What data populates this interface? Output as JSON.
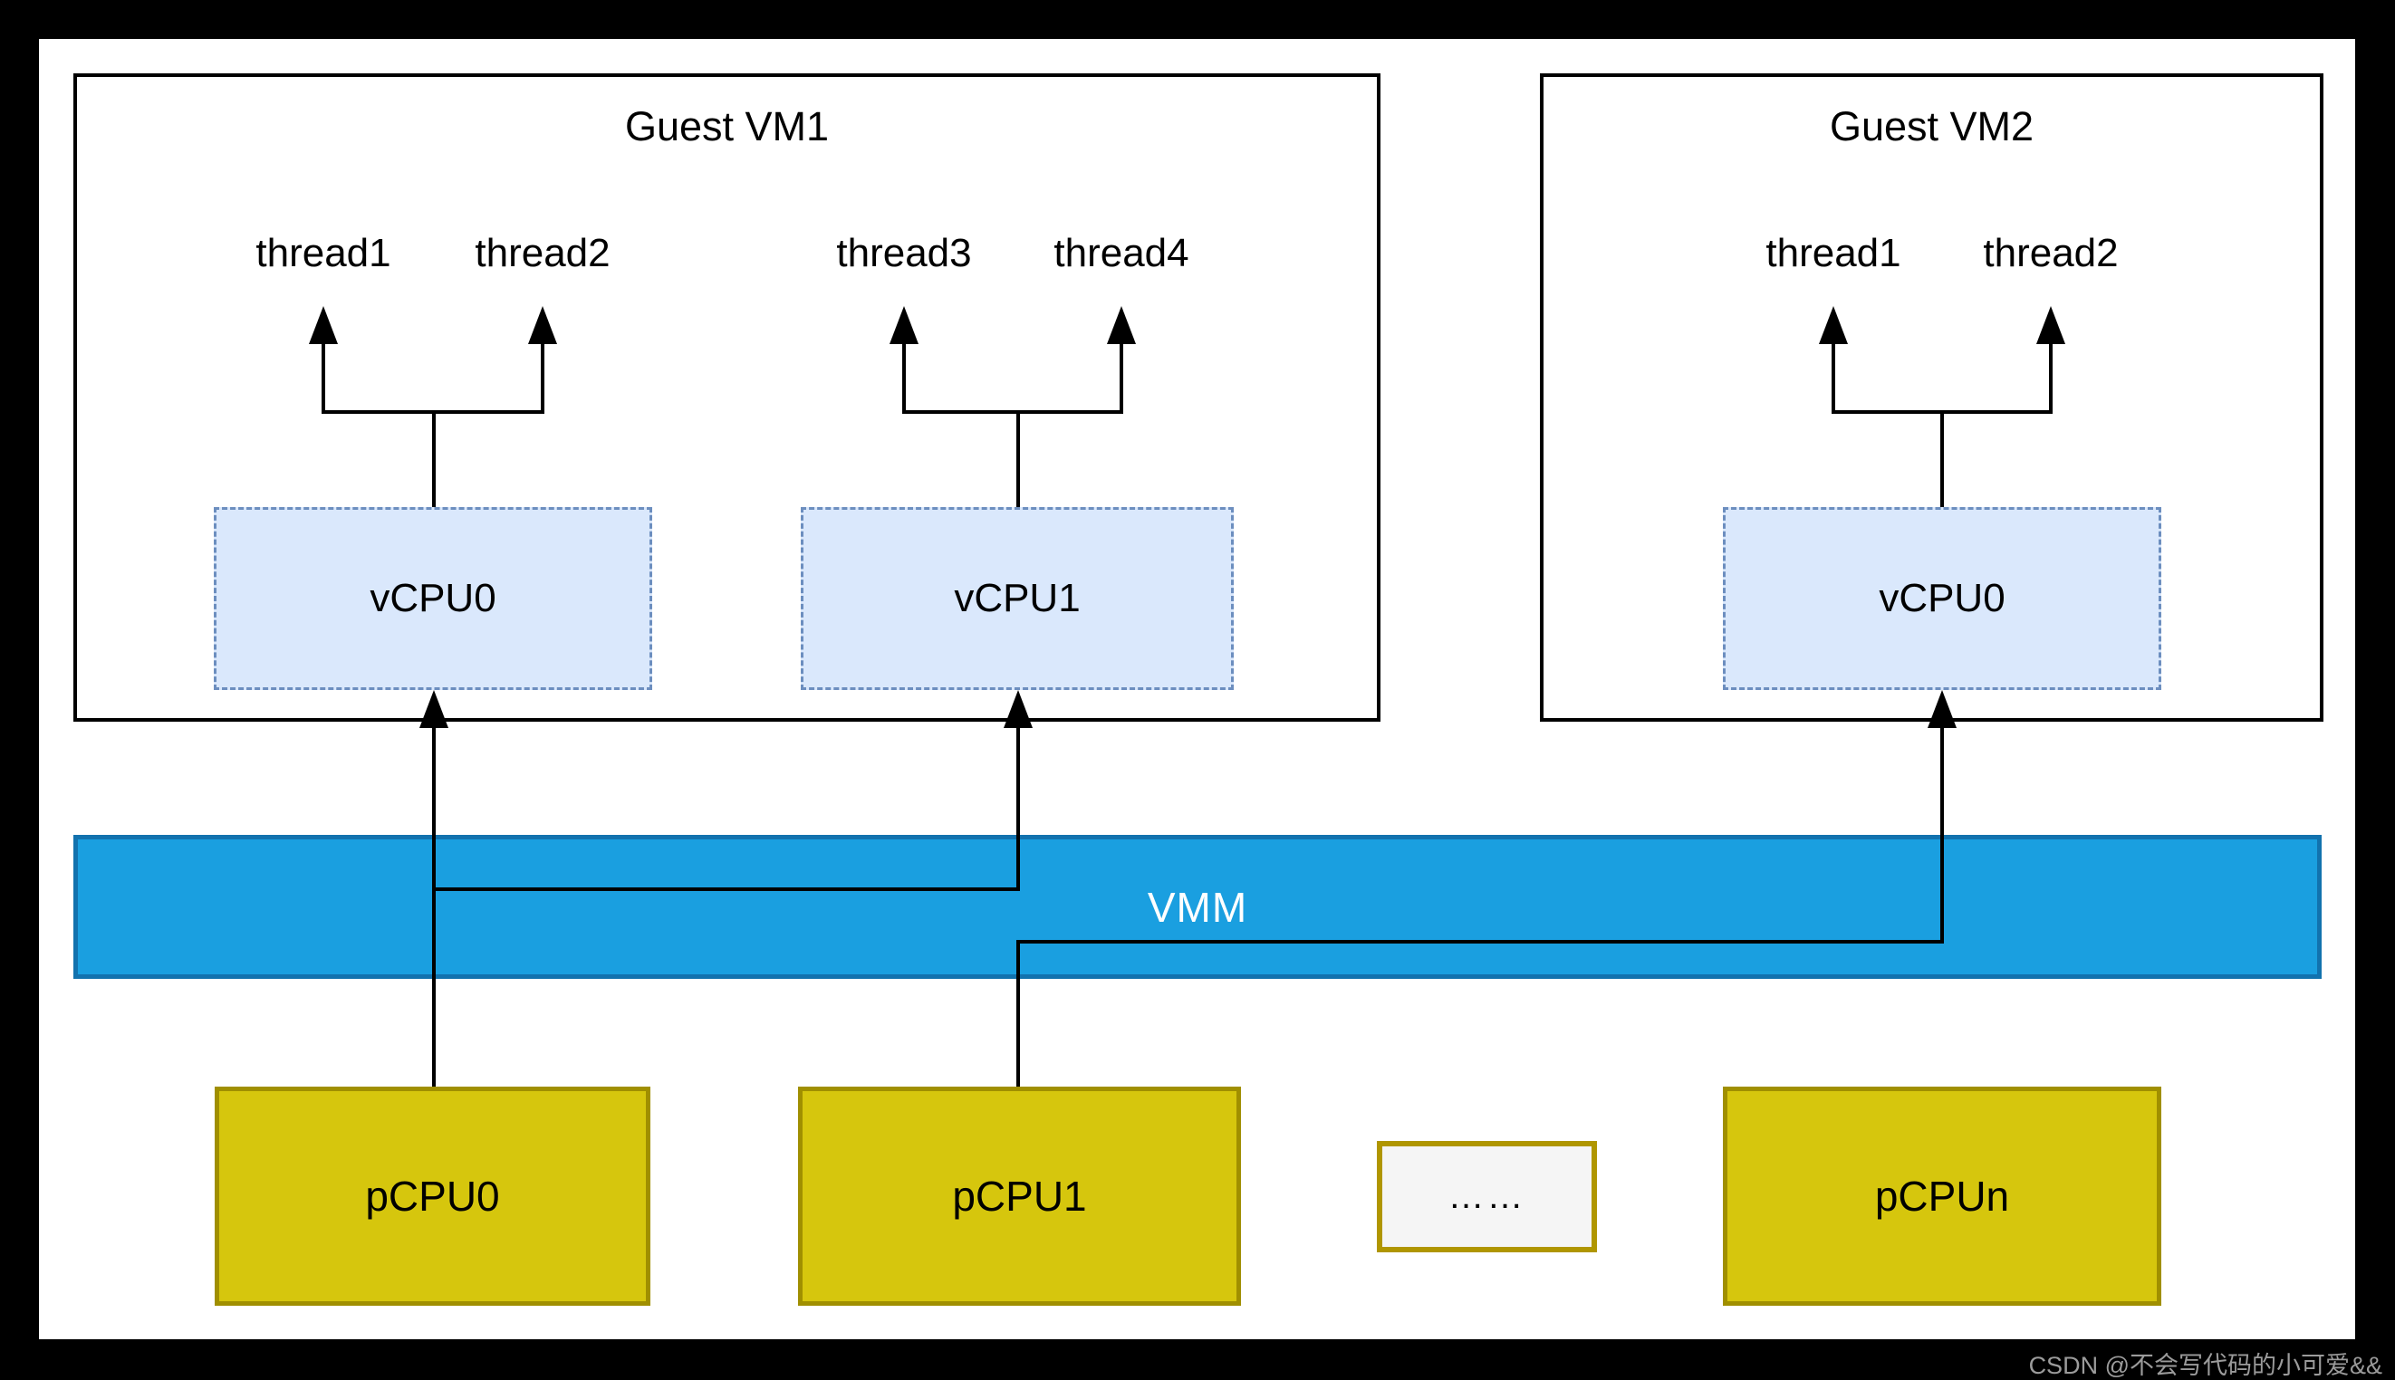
{
  "diagram": {
    "vms": [
      {
        "title": "Guest VM1",
        "vcpus": [
          {
            "label": "vCPU0",
            "threads": [
              "thread1",
              "thread2"
            ]
          },
          {
            "label": "vCPU1",
            "threads": [
              "thread3",
              "thread4"
            ]
          }
        ]
      },
      {
        "title": "Guest VM2",
        "vcpus": [
          {
            "label": "vCPU0",
            "threads": [
              "thread1",
              "thread2"
            ]
          }
        ]
      }
    ],
    "vmm_label": "VMM",
    "pcpus": [
      "pCPU0",
      "pCPU1",
      "pCPUn"
    ],
    "ellipsis": "……",
    "watermark": "CSDN @不会写代码的小可爱&&",
    "colors": {
      "frame": "#000000",
      "line": "#000000",
      "vmm_fill": "#1a9fe0",
      "vmm_border": "#1272ae",
      "vcpu_fill": "#dae8fc",
      "vcpu_border": "#6c8ebf",
      "pcpu_fill": "#d6c60d",
      "pcpu_border": "#a08f00",
      "ellipsis_fill": "#f5f5f5",
      "ellipsis_border": "#b09600",
      "watermark_text": "#9b9b9b"
    }
  }
}
